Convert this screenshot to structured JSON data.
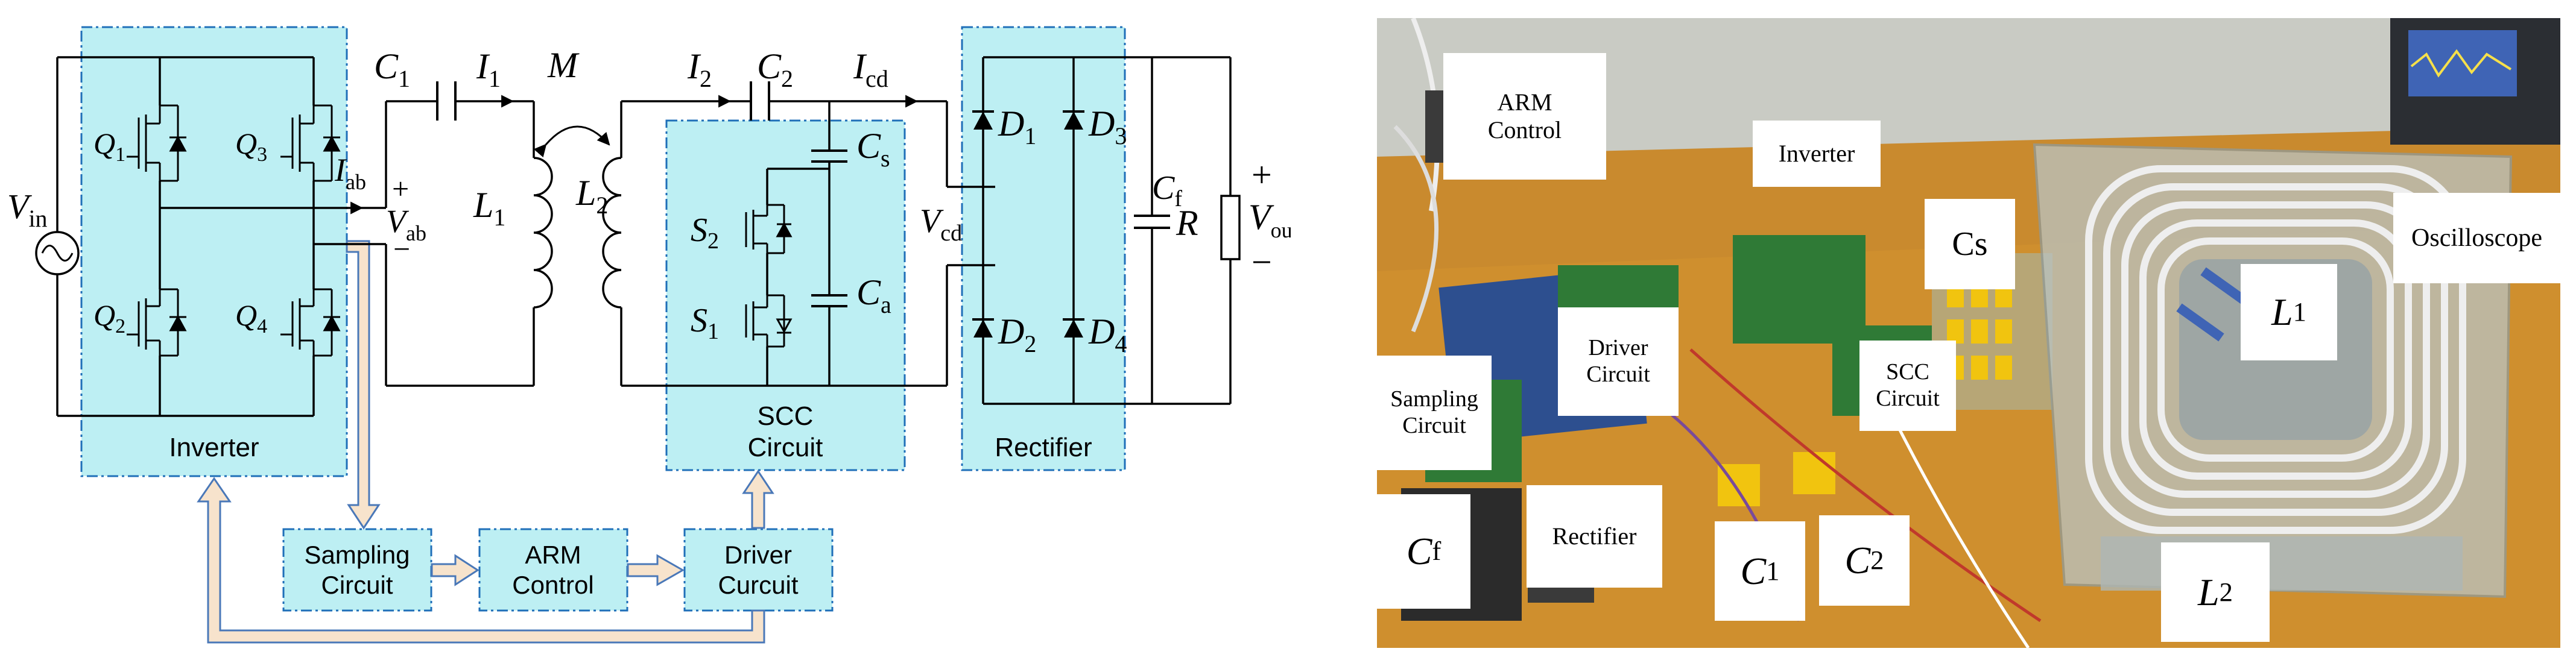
{
  "circuit": {
    "blocks": {
      "inverter": "Inverter",
      "scc": [
        "SCC",
        "Circuit"
      ],
      "rectifier": "Rectifier",
      "sampling": [
        "Sampling",
        "Circuit"
      ],
      "arm": [
        "ARM",
        "Control"
      ],
      "driver": [
        "Driver",
        "Curcuit"
      ]
    },
    "labels": {
      "vin": {
        "main": "V",
        "sub": "in"
      },
      "q1": {
        "main": "Q",
        "sub": "1"
      },
      "q2": {
        "main": "Q",
        "sub": "2"
      },
      "q3": {
        "main": "Q",
        "sub": "3"
      },
      "q4": {
        "main": "Q",
        "sub": "4"
      },
      "iab": {
        "main": "I",
        "sub": "ab"
      },
      "plus_ab": "+",
      "vab": {
        "main": "V",
        "sub": "ab"
      },
      "minus_ab": "−",
      "c1": {
        "main": "C",
        "sub": "1"
      },
      "i1": {
        "main": "I",
        "sub": "1"
      },
      "m": "M",
      "l1": {
        "main": "L",
        "sub": "1"
      },
      "l2": {
        "main": "L",
        "sub": "2"
      },
      "i2": {
        "main": "I",
        "sub": "2"
      },
      "c2": {
        "main": "C",
        "sub": "2"
      },
      "icd": {
        "main": "I",
        "sub": "cd"
      },
      "cs": {
        "main": "C",
        "sub": "s"
      },
      "ca": {
        "main": "C",
        "sub": "a"
      },
      "s1": {
        "main": "S",
        "sub": "1"
      },
      "s2": {
        "main": "S",
        "sub": "2"
      },
      "vcd": {
        "main": "V",
        "sub": "cd"
      },
      "d1": {
        "main": "D",
        "sub": "1"
      },
      "d2": {
        "main": "D",
        "sub": "2"
      },
      "d3": {
        "main": "D",
        "sub": "3"
      },
      "d4": {
        "main": "D",
        "sub": "4"
      },
      "cf": {
        "main": "C",
        "sub": "f"
      },
      "r": "R",
      "plus_out": "+",
      "vout": {
        "main": "V",
        "sub": "out"
      },
      "minus_out": "−"
    }
  },
  "photo": {
    "labels": {
      "arm_control": [
        "ARM",
        "Control"
      ],
      "inverter": "Inverter",
      "cs": "Cs",
      "oscilloscope": "Oscilloscope",
      "driver_circuit": [
        "Driver",
        "Circuit"
      ],
      "scc_circuit": [
        "SCC",
        "Circuit"
      ],
      "sampling_circuit": [
        "Sampling",
        "Circuit"
      ],
      "l1": {
        "main": "L",
        "sub": "1"
      },
      "cf": {
        "main": "C",
        "sub": "f"
      },
      "rectifier": "Rectifier",
      "c1": {
        "main": "C",
        "sub": "1"
      },
      "c2": {
        "main": "C",
        "sub": "2"
      },
      "l2": {
        "main": "L",
        "sub": "2"
      }
    }
  },
  "colors": {
    "block_fill": "#bdeff3",
    "block_border": "#1f6fb8",
    "arrow_fill": "#f7e3cc",
    "arrow_stroke": "#4a78b8",
    "wire": "#000000",
    "board_wood": "#c98a2e",
    "pcb_green": "#2f7a36",
    "coil_white": "#e8e8e8"
  }
}
